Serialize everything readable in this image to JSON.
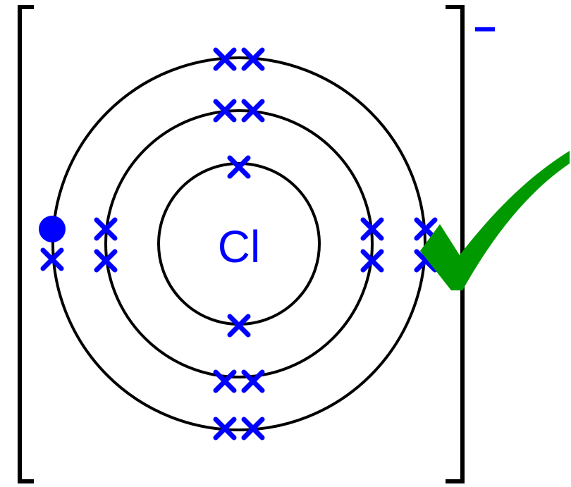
{
  "diagram": {
    "element_symbol": "Cl",
    "ion_charge": "−",
    "shells": [
      {
        "shell": 1,
        "electrons": 2
      },
      {
        "shell": 2,
        "electrons": 8
      },
      {
        "shell": 3,
        "electrons": 8,
        "gained_electron": 1
      }
    ],
    "tick": "correct-tick-icon"
  },
  "colors": {
    "electron": "#0000ff",
    "shell": "#000000",
    "bracket": "#000000",
    "symbol": "#0000ff",
    "charge": "#0000ff",
    "tick": "#009900"
  }
}
